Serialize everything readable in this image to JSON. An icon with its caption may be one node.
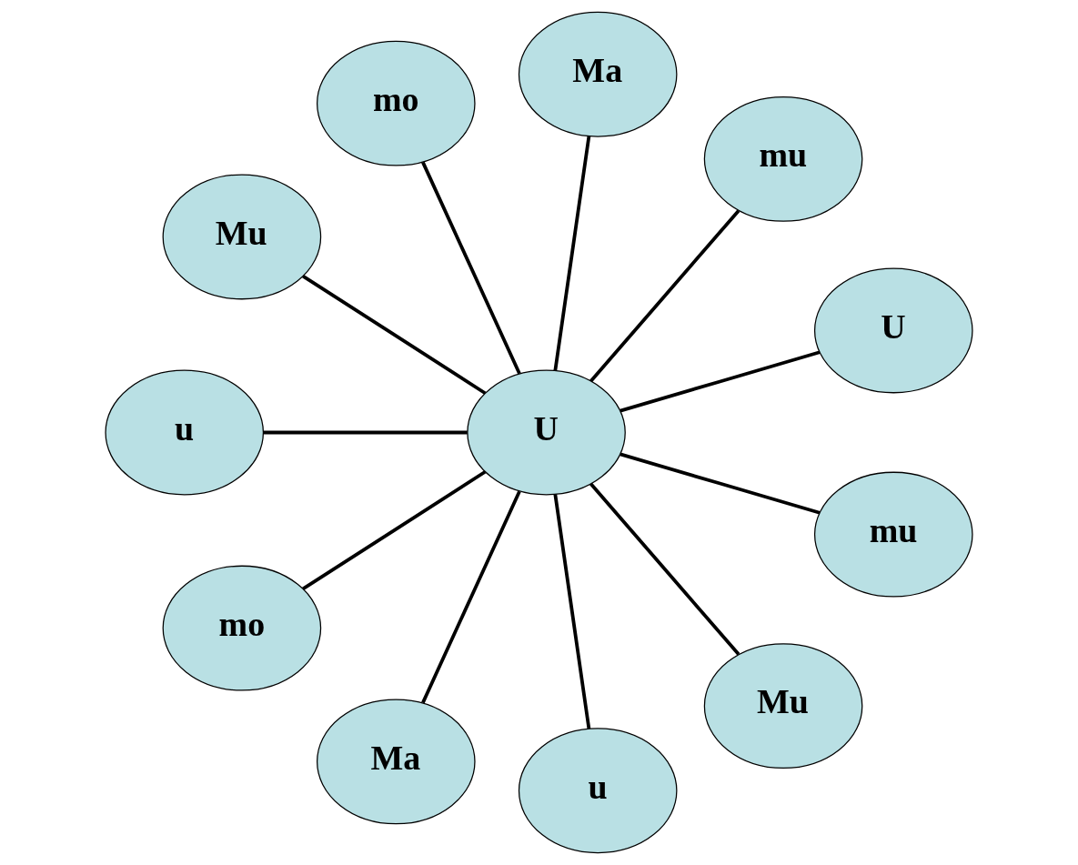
{
  "diagram": {
    "nodes": [
      {
        "text": [
          "U"
        ]
      },
      {
        "text": [
          "mu"
        ]
      },
      {
        "text": [
          "Ma"
        ]
      },
      {
        "text": [
          "mo"
        ]
      },
      {
        "text": [
          "Mu"
        ]
      },
      {
        "text": [
          "U"
        ]
      },
      {
        "text": [
          "u"
        ]
      },
      {
        "text": [
          "mo"
        ]
      },
      {
        "text": [
          "Ma"
        ]
      },
      {
        "text": [
          "u"
        ]
      },
      {
        "text": [
          "Mu"
        ]
      },
      {
        "text": [
          "mu"
        ]
      }
    ],
    "edges": [
      {
        "from": 5,
        "to": 0,
        "arrow": "none"
      },
      {
        "from": 5,
        "to": 2,
        "arrow": "none"
      },
      {
        "from": 5,
        "to": 4,
        "arrow": "none"
      },
      {
        "from": 5,
        "to": 7,
        "arrow": "none"
      },
      {
        "from": 5,
        "to": 9,
        "arrow": "none"
      },
      {
        "from": 5,
        "to": 11,
        "arrow": "none"
      },
      {
        "from": 5,
        "to": 10,
        "arrow": "none"
      },
      {
        "from": 5,
        "to": 8,
        "arrow": "none"
      },
      {
        "from": 5,
        "to": 6,
        "arrow": "none"
      },
      {
        "from": 5,
        "to": 3,
        "arrow": "none"
      },
      {
        "from": 5,
        "to": 1,
        "arrow": "none"
      }
    ]
  }
}
